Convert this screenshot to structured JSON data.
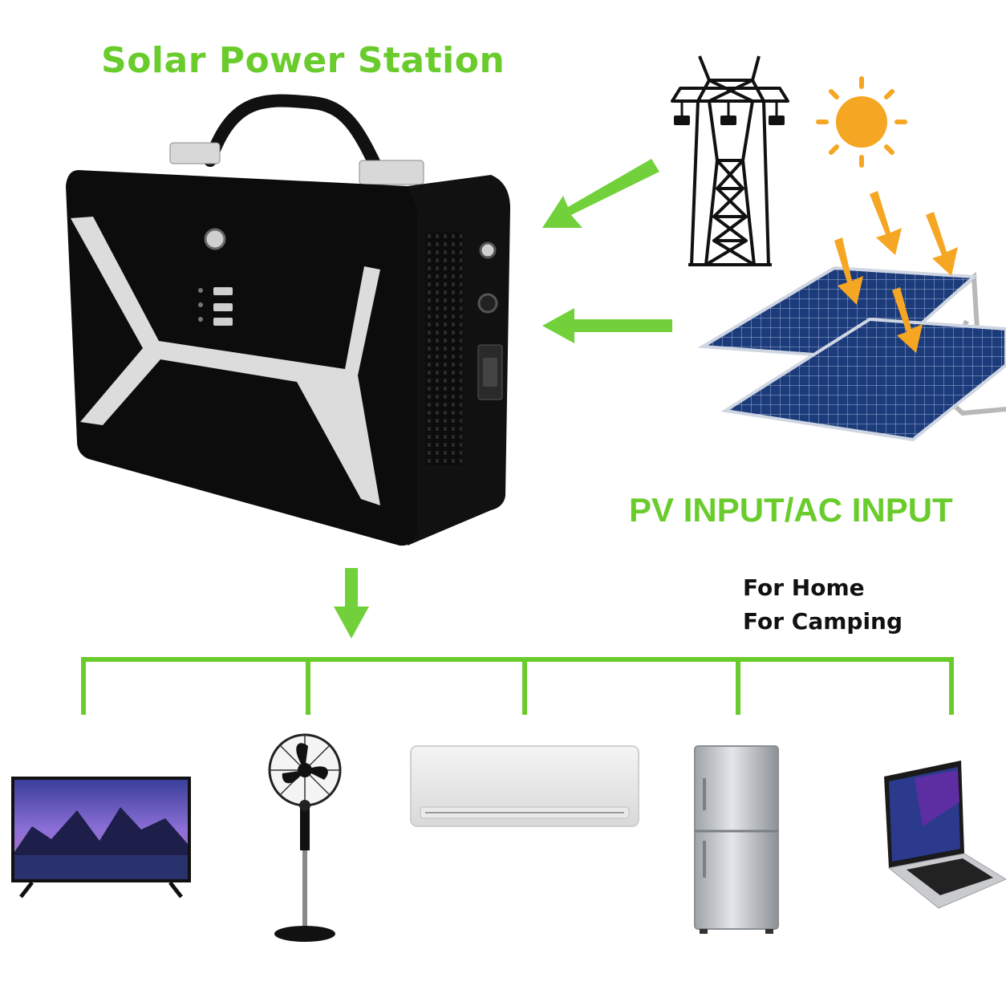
{
  "title": "Solar Power Station",
  "input_label": "PV INPUT/AC INPUT",
  "uses": [
    "For Home",
    "For Camping"
  ],
  "colors": {
    "green": "#6acc2c",
    "arrow_green": "#72d13a",
    "orange": "#f5a623",
    "body": "#0c0c0c",
    "stripe": "#dcdcdc",
    "panel": "#1c3b7a"
  },
  "icons": {
    "station": "power-station-icon",
    "tower": "transmission-tower-icon",
    "sun": "sun-icon",
    "panels": "solar-panel-icon",
    "appliances": [
      "tv-icon",
      "fan-icon",
      "air-conditioner-icon",
      "refrigerator-icon",
      "laptop-icon"
    ]
  }
}
